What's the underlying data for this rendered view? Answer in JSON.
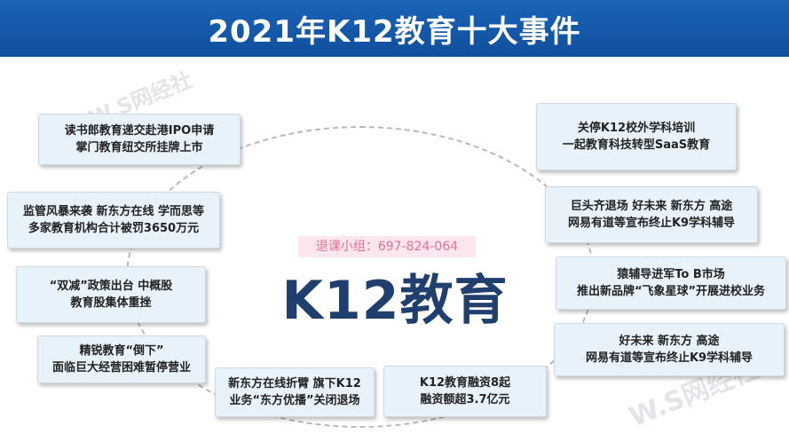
{
  "header": {
    "title": "2021年K12教育十大事件"
  },
  "center": {
    "title": "K12教育",
    "contact": "退课小组：697-824-064"
  },
  "watermarks": {
    "top_left": "W.S网经社",
    "bottom_right": "W.S网经社"
  },
  "events": [
    {
      "line1": "读书郎教育递交赴港IPO申请",
      "line2": "掌门教育纽交所挂牌上市"
    },
    {
      "line1": "监管风暴来袭 新东方在线 学而思等",
      "line2": "多家教育机构合计被罚3650万元"
    },
    {
      "line1": "“双减”政策出台 中概股",
      "line2": "教育股集体重挫"
    },
    {
      "line1": "精锐教育“倒下”",
      "line2": "面临巨大经营困难暂停营业"
    },
    {
      "line1": "新东方在线折臂 旗下K12",
      "line2": "业务“东方优播”关闭退场"
    },
    {
      "line1": "K12教育融资8起",
      "line2": "融资额超3.7亿元"
    },
    {
      "line1": "好未来 新东方 高途",
      "line2": "网易有道等宣布终止K9学科辅导"
    },
    {
      "line1": "猿辅导进军To B市场",
      "line2": "推出新品牌“飞象星球”开展进校业务"
    },
    {
      "line1": "巨头齐退场 好未来 新东方 高途",
      "line2": "网易有道等宣布终止K9学科辅导"
    },
    {
      "line1": "关停K12校外学科培训",
      "line2": "一起教育科技转型SaaS教育"
    }
  ]
}
